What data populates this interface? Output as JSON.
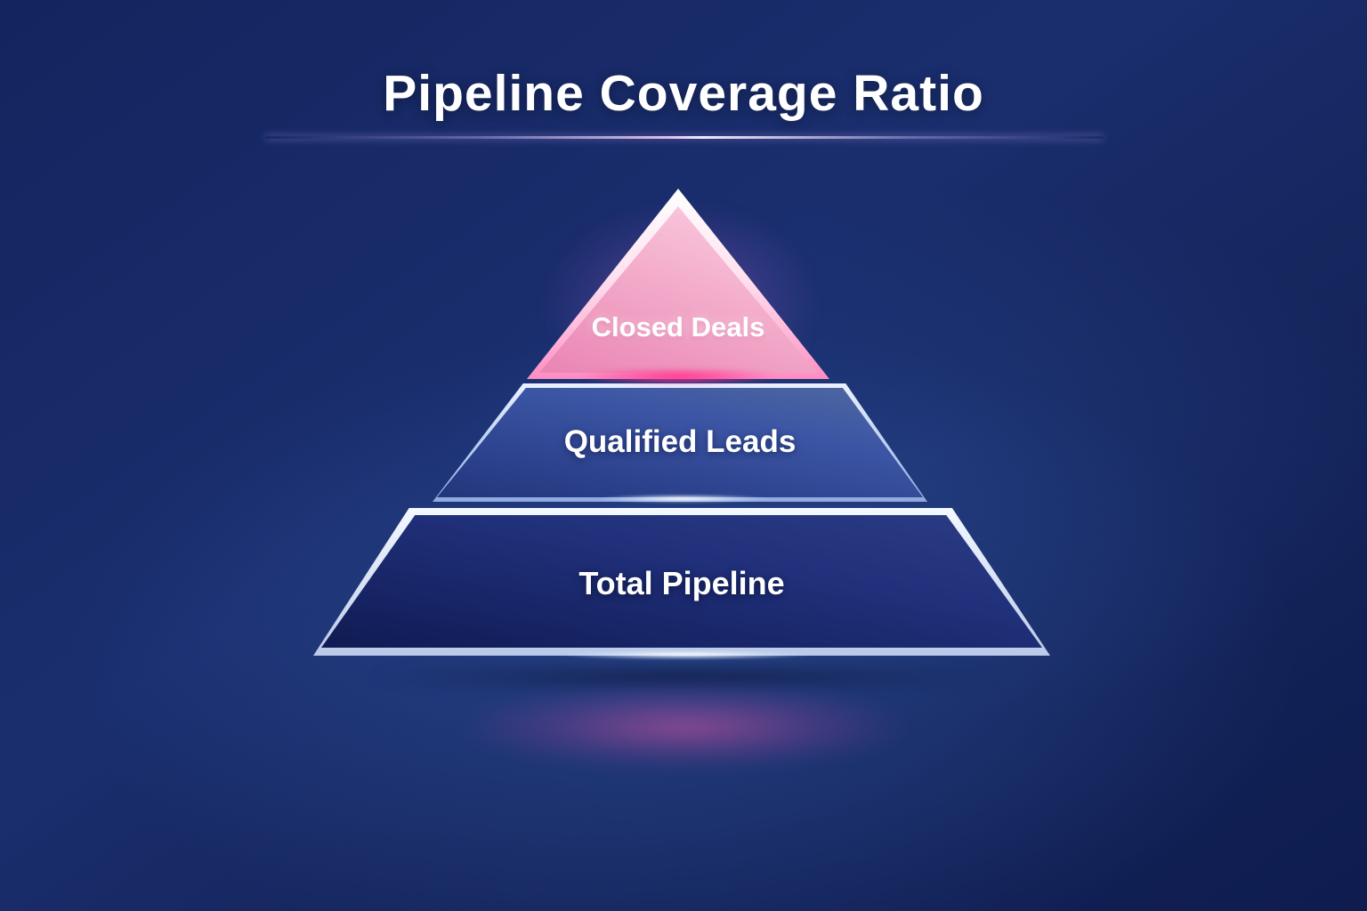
{
  "title": "Pipeline Coverage Ratio",
  "diagram": {
    "type": "pyramid",
    "description": "Three-tier sales funnel pyramid, narrowest (top) to widest (bottom)",
    "levels": [
      {
        "rank": 1,
        "label": "Closed Deals",
        "fill_color": "#f3a9c9",
        "border_color": "#ffffff",
        "glow_color": "#ff4f9e"
      },
      {
        "rank": 2,
        "label": "Qualified Leads",
        "fill_color": "#3b56a4",
        "border_color": "#cddcf7",
        "glow_color": "#ffffff"
      },
      {
        "rank": 3,
        "label": "Total Pipeline",
        "fill_color": "#1b2a6f",
        "border_color": "#e9f0fb",
        "glow_color": "#ffffff"
      }
    ]
  },
  "colors": {
    "background": "#16275f",
    "title_text": "#ffffff",
    "label_text": "#ffffff",
    "accent_glow_pink": "#ff4f9e",
    "divider": "#e8d8f5"
  }
}
